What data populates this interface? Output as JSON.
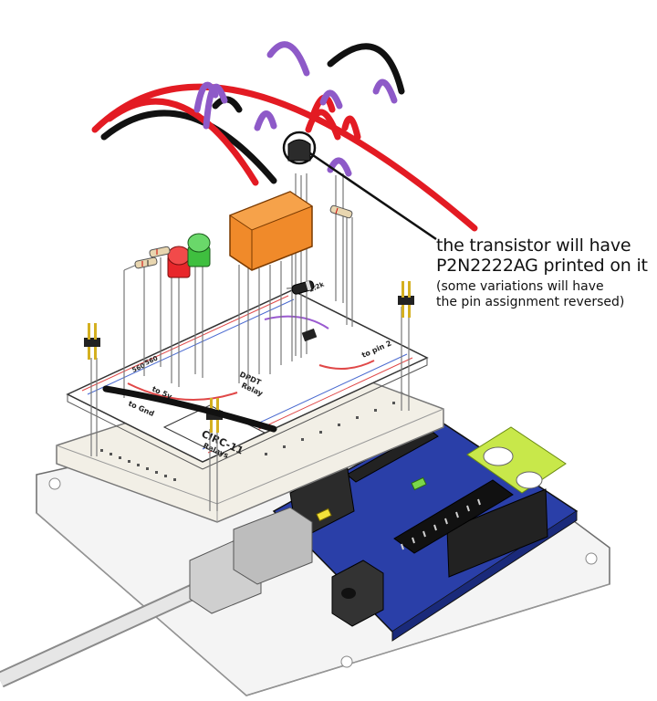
{
  "callout": {
    "line1": "the transistor will have",
    "line2": "P2N2222AG  printed on it",
    "note1": "(some variations will have",
    "note2": "the pin assignment reversed)"
  },
  "overlay_labels": {
    "circuit": "CIRC-11",
    "relays": "Relays",
    "to_pin2": "to pin 2",
    "to_gnd": "to Gnd",
    "to_5v": "to 5v",
    "dpdt": "DPDT",
    "relay": "Relay",
    "res_560": "560",
    "res_560b": "560",
    "res_2k2": "2.2k"
  },
  "colors": {
    "wire_red": "#e31b23",
    "wire_black": "#111111",
    "wire_purple": "#8e5ac8",
    "relay": "#f08a2a",
    "led_red": "#e8262a",
    "led_green": "#3fbf3f",
    "arduino_board": "#2a3fa8",
    "breadboard": "#f2efe6",
    "usb_cable": "#d9d9d9"
  }
}
